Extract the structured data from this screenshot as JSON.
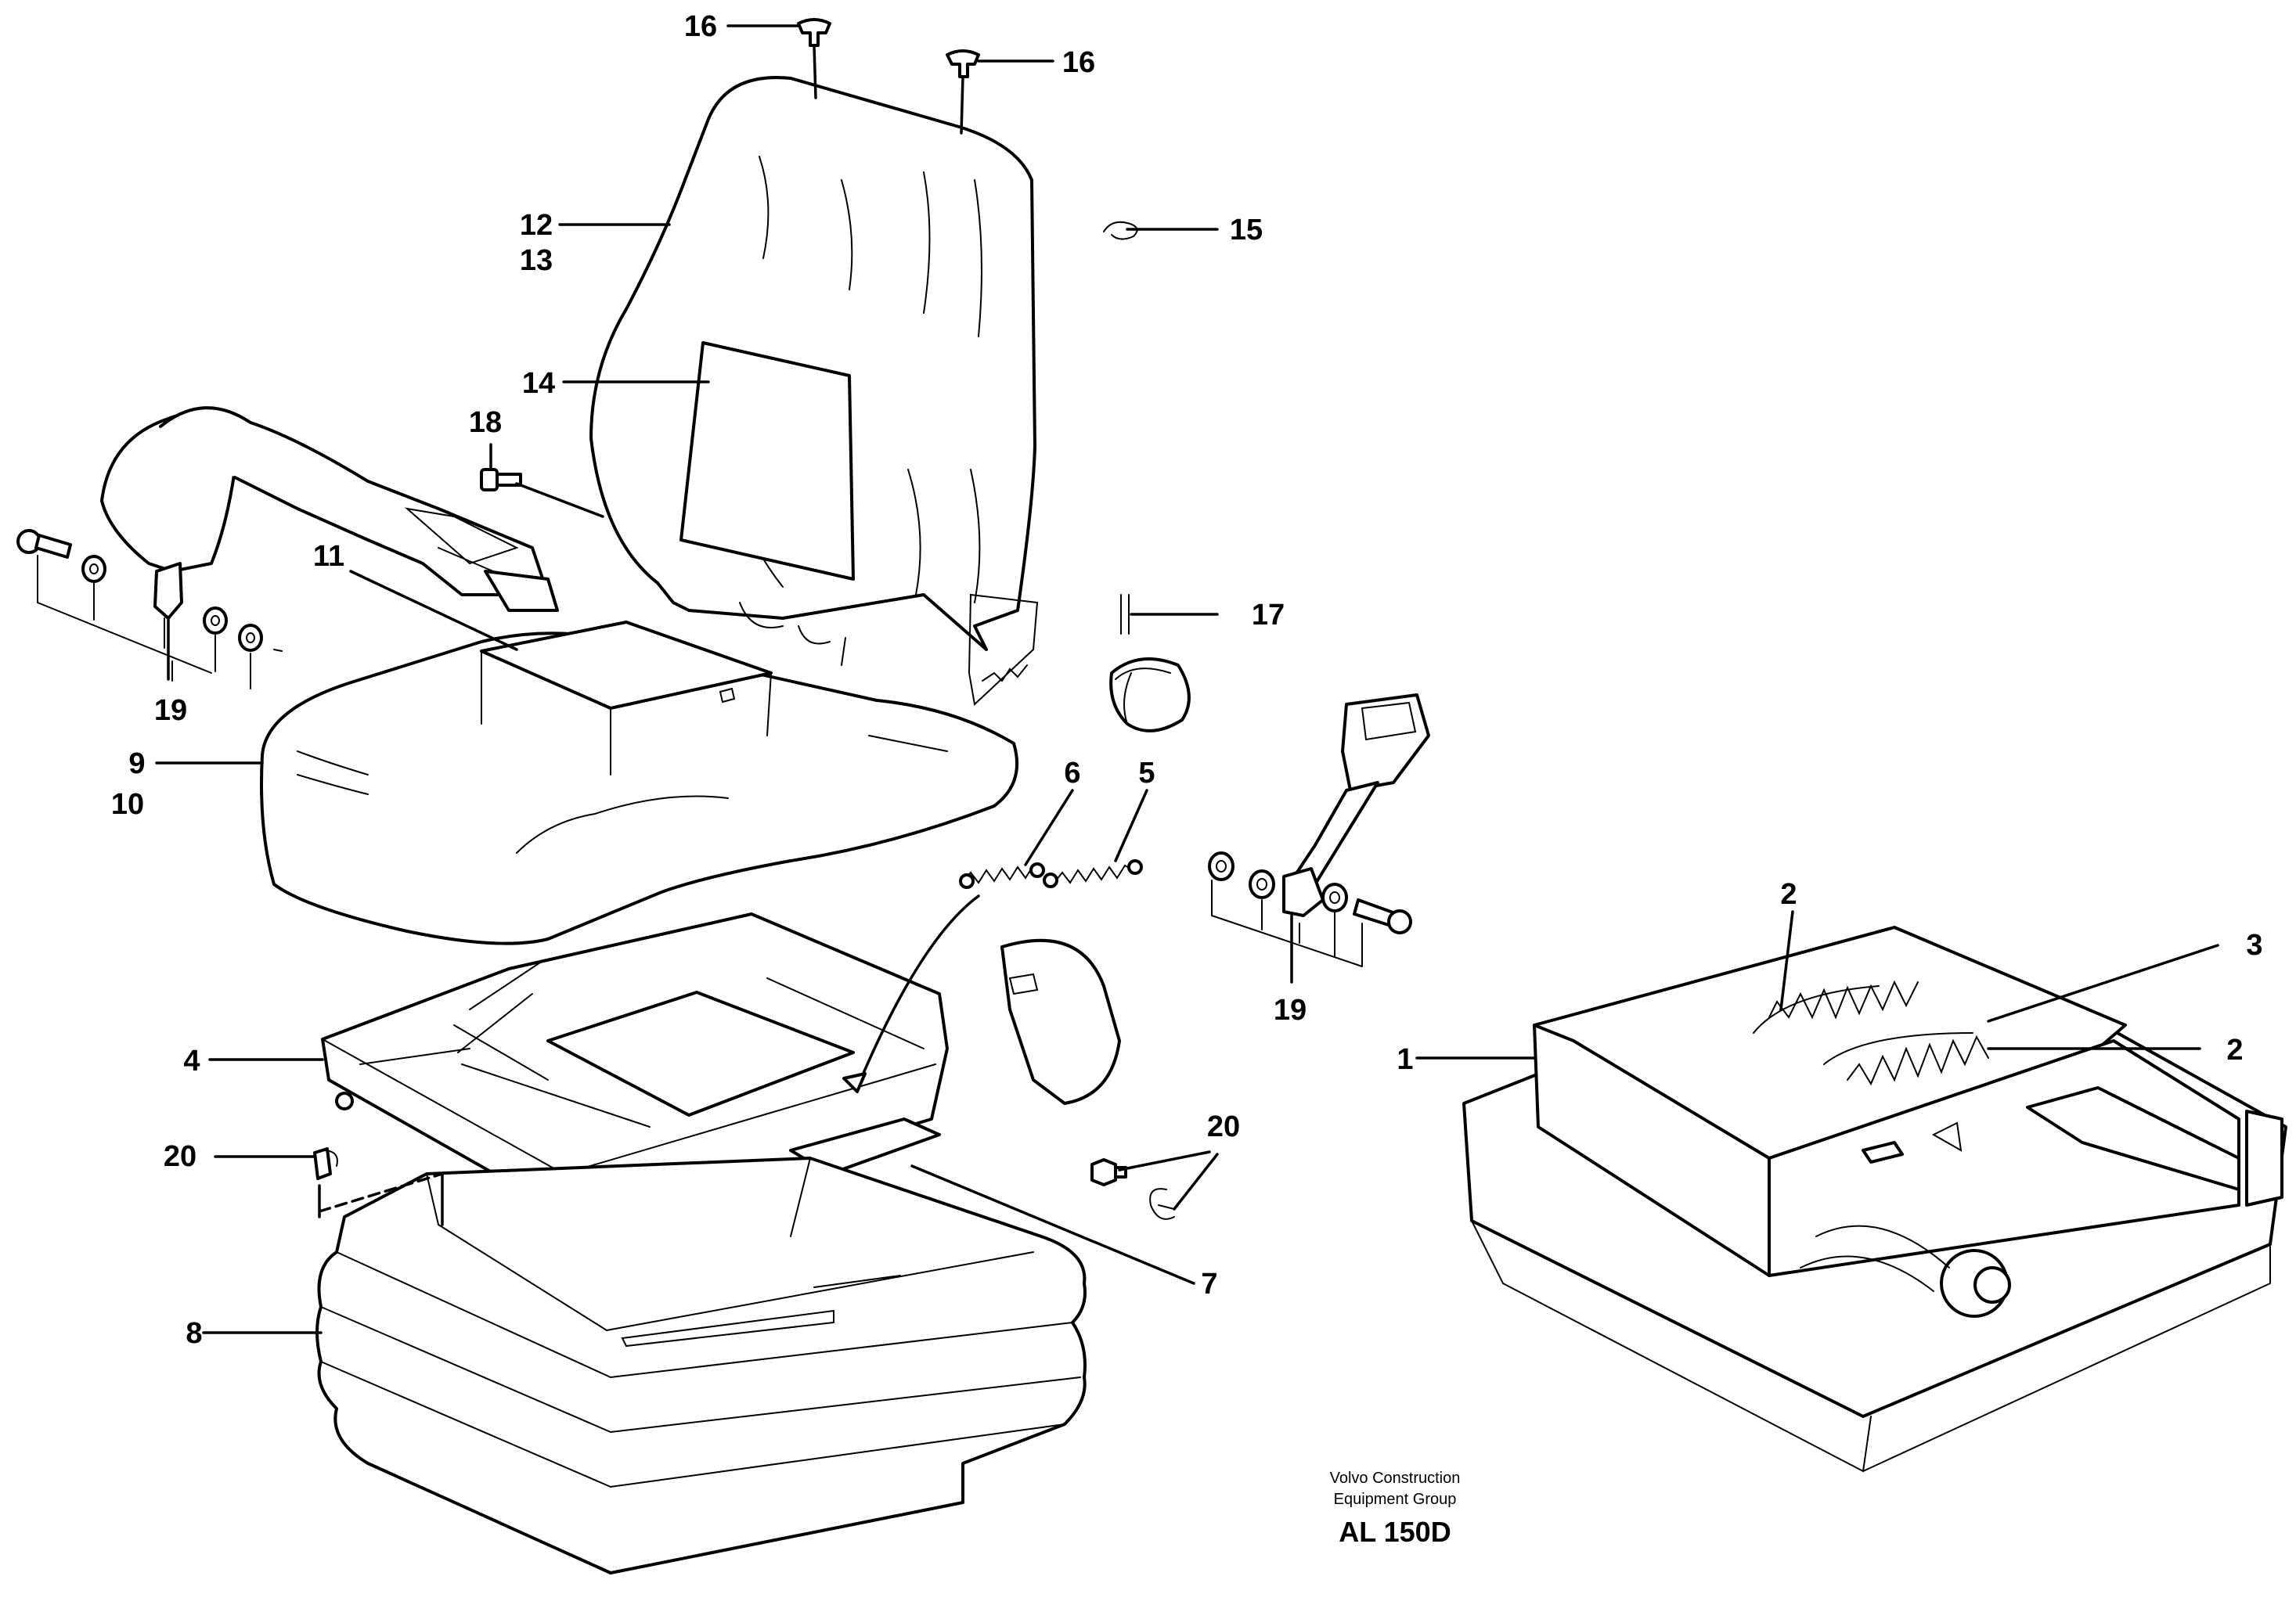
{
  "diagram": {
    "callouts": {
      "c16a": "16",
      "c16b": "16",
      "c12": "12",
      "c13": "13",
      "c15": "15",
      "c14": "14",
      "c18": "18",
      "c11": "11",
      "c19a": "19",
      "c9": "9",
      "c10": "10",
      "c17": "17",
      "c6": "6",
      "c5": "5",
      "c19b": "19",
      "c2a": "2",
      "c3": "3",
      "c1": "1",
      "c2b": "2",
      "c4": "4",
      "c20a": "20",
      "c20b": "20",
      "c7": "7",
      "c8": "8"
    },
    "footer": {
      "company_line1": "Volvo Construction",
      "company_line2": "Equipment Group",
      "code": "AL 150D"
    }
  }
}
